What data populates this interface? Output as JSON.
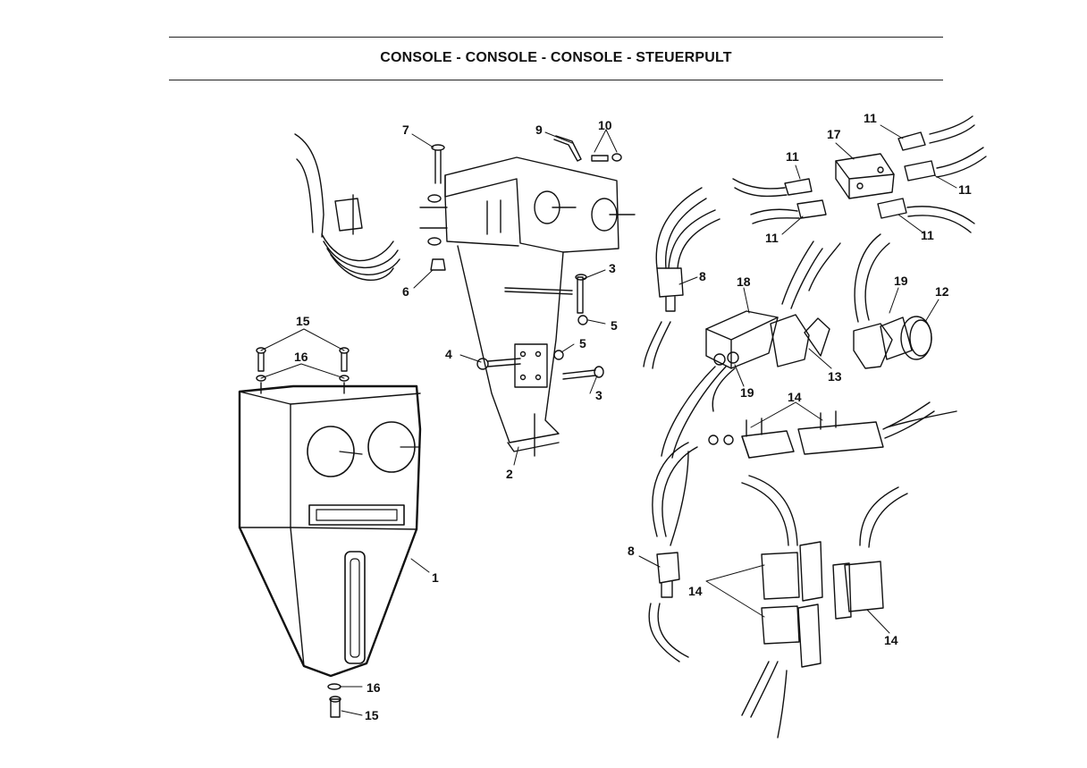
{
  "header": {
    "title": "CONSOLE - CONSOLE - CONSOLE - STEUERPULT"
  },
  "callouts": [
    {
      "n": "1"
    },
    {
      "n": "2"
    },
    {
      "n": "3"
    },
    {
      "n": "3"
    },
    {
      "n": "4"
    },
    {
      "n": "5"
    },
    {
      "n": "5"
    },
    {
      "n": "6"
    },
    {
      "n": "7"
    },
    {
      "n": "8"
    },
    {
      "n": "8"
    },
    {
      "n": "9"
    },
    {
      "n": "10"
    },
    {
      "n": "11"
    },
    {
      "n": "11"
    },
    {
      "n": "11"
    },
    {
      "n": "11"
    },
    {
      "n": "11"
    },
    {
      "n": "12"
    },
    {
      "n": "13"
    },
    {
      "n": "14"
    },
    {
      "n": "14"
    },
    {
      "n": "14"
    },
    {
      "n": "15"
    },
    {
      "n": "15"
    },
    {
      "n": "16"
    },
    {
      "n": "16"
    },
    {
      "n": "17"
    },
    {
      "n": "18"
    },
    {
      "n": "19"
    },
    {
      "n": "19"
    }
  ]
}
